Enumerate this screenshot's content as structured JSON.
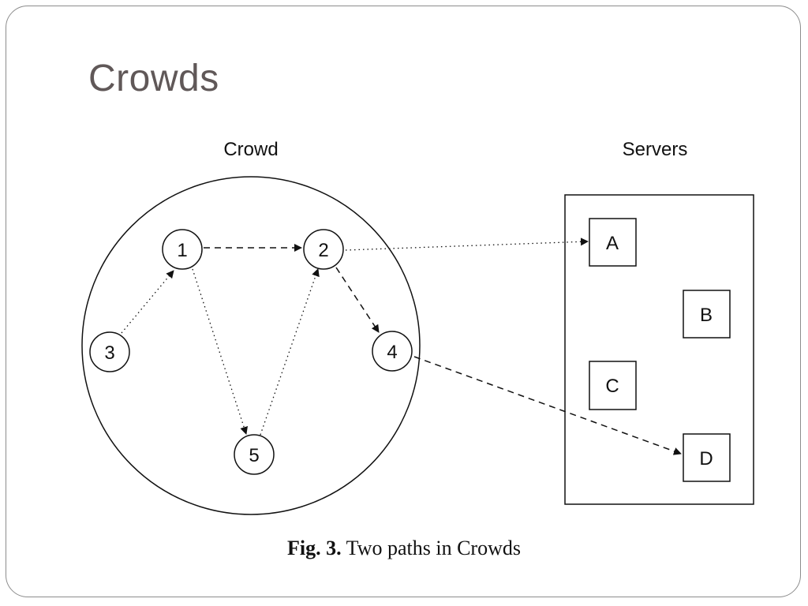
{
  "slide": {
    "title": "Crowds"
  },
  "diagram": {
    "crowd_label": "Crowd",
    "servers_label": "Servers",
    "nodes": [
      {
        "id": "1",
        "label": "1"
      },
      {
        "id": "2",
        "label": "2"
      },
      {
        "id": "3",
        "label": "3"
      },
      {
        "id": "4",
        "label": "4"
      },
      {
        "id": "5",
        "label": "5"
      }
    ],
    "servers": [
      {
        "id": "A",
        "label": "A"
      },
      {
        "id": "B",
        "label": "B"
      },
      {
        "id": "C",
        "label": "C"
      },
      {
        "id": "D",
        "label": "D"
      }
    ],
    "paths": [
      {
        "style": "dashed",
        "hops": [
          "1",
          "2",
          "4",
          "D"
        ]
      },
      {
        "style": "dotted",
        "hops": [
          "3",
          "1",
          "5",
          "2",
          "A"
        ]
      }
    ]
  },
  "caption": {
    "label": "Fig. 3.",
    "text": "Two paths in Crowds"
  },
  "colors": {
    "title": "#605858",
    "ink": "#111111",
    "frame": "#8c8c8c"
  }
}
